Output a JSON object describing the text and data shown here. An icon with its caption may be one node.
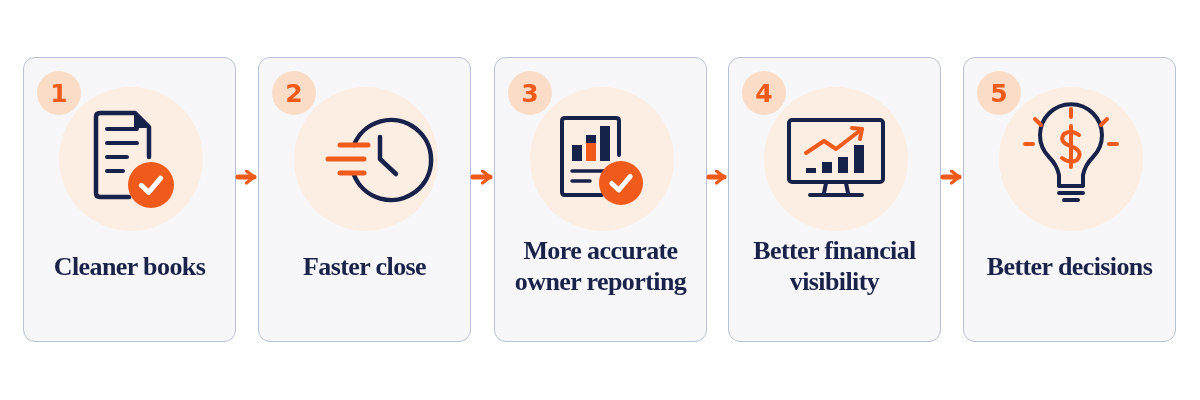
{
  "diagram": {
    "nodes": [
      {
        "text": [
          "1",
          "Cleaner books"
        ]
      },
      {
        "text": [
          "2",
          "Faster close"
        ]
      },
      {
        "text": [
          "3",
          "More accurate owner reporting"
        ]
      },
      {
        "text": [
          "4",
          "Better financial visibility"
        ]
      },
      {
        "text": [
          "5",
          "Better decisions"
        ]
      }
    ],
    "edges": [
      {
        "from": 0,
        "to": 1,
        "arrow": "to"
      },
      {
        "from": 1,
        "to": 2,
        "arrow": "to"
      },
      {
        "from": 2,
        "to": 3,
        "arrow": "to"
      },
      {
        "from": 3,
        "to": 4,
        "arrow": "to"
      }
    ]
  }
}
